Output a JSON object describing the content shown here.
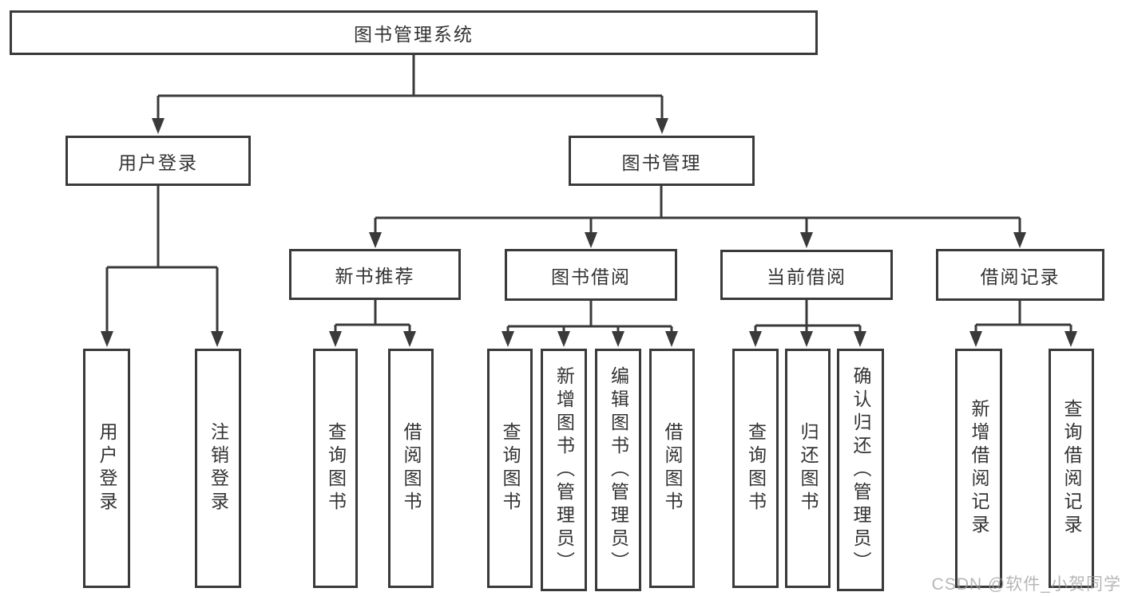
{
  "diagram": {
    "root": {
      "label": "图书管理系统",
      "children": [
        {
          "label": "用户登录",
          "children": [
            {
              "label": "用户登录"
            },
            {
              "label": "注销登录"
            }
          ]
        },
        {
          "label": "图书管理",
          "children": [
            {
              "label": "新书推荐",
              "children": [
                {
                  "label": "查询图书"
                },
                {
                  "label": "借阅图书"
                }
              ]
            },
            {
              "label": "图书借阅",
              "children": [
                {
                  "label": "查询图书"
                },
                {
                  "label": "新增图书（管理员）"
                },
                {
                  "label": "编辑图书（管理员）"
                },
                {
                  "label": "借阅图书"
                }
              ]
            },
            {
              "label": "当前借阅",
              "children": [
                {
                  "label": "查询图书"
                },
                {
                  "label": "归还图书"
                },
                {
                  "label": "确认归还（管理员）"
                }
              ]
            },
            {
              "label": "借阅记录",
              "children": [
                {
                  "label": "新增借阅记录"
                },
                {
                  "label": "查询借阅记录"
                }
              ]
            }
          ]
        }
      ]
    }
  },
  "watermark": {
    "text": "CSDN @软件_小贺同学"
  },
  "colors": {
    "line": "#3a3a3a",
    "text": "#333333",
    "box_background": "#ffffff",
    "watermark": "#9e9e9e"
  }
}
